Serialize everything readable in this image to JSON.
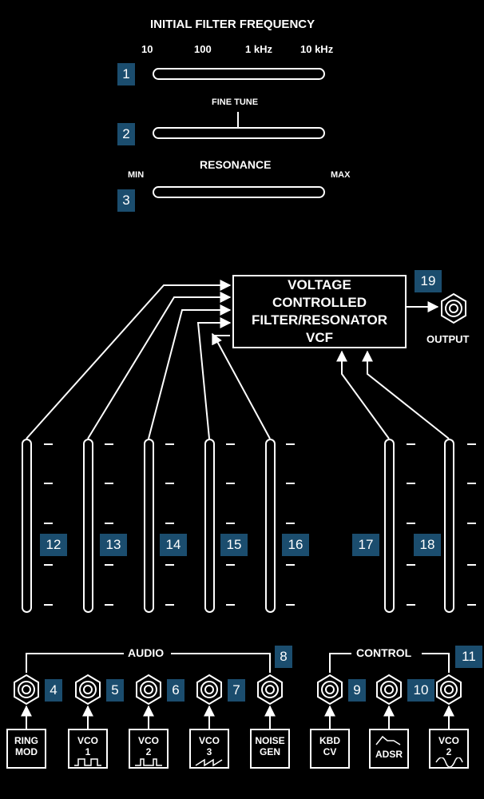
{
  "filter_frequency": {
    "title": "INITIAL FILTER FREQUENCY",
    "scale": [
      "10",
      "100",
      "1 kHz",
      "10 kHz"
    ],
    "badge": "1"
  },
  "fine_tune": {
    "label": "FINE TUNE",
    "badge": "2"
  },
  "resonance": {
    "title": "RESONANCE",
    "min": "MIN",
    "max": "MAX",
    "badge": "3"
  },
  "vcf": {
    "lines": [
      "VOLTAGE",
      "CONTROLLED",
      "FILTER/RESONATOR",
      "VCF"
    ],
    "badge": "19",
    "output_label": "OUTPUT"
  },
  "faders": [
    "12",
    "13",
    "14",
    "15",
    "16",
    "17",
    "18"
  ],
  "groups": {
    "audio": "AUDIO",
    "control": "CONTROL"
  },
  "inputs": [
    {
      "badge": "4",
      "label": [
        "RING",
        "MOD"
      ],
      "icon": "none"
    },
    {
      "badge": "5",
      "label": [
        "VCO",
        "1"
      ],
      "icon": "square-wave"
    },
    {
      "badge": "6",
      "label": [
        "VCO",
        "2"
      ],
      "icon": "pulse-wave"
    },
    {
      "badge": "7",
      "label": [
        "VCO",
        "3"
      ],
      "icon": "sawtooth-wave"
    },
    {
      "badge": "8",
      "label": [
        "NOISE",
        "GEN"
      ],
      "icon": "none"
    },
    {
      "badge": "9",
      "label": [
        "KBD",
        "CV"
      ],
      "icon": "none"
    },
    {
      "badge": "10",
      "label": [
        "ADSR"
      ],
      "icon": "envelope"
    },
    {
      "badge": "11",
      "label": [
        "VCO",
        "2"
      ],
      "icon": "sine-wave"
    }
  ]
}
